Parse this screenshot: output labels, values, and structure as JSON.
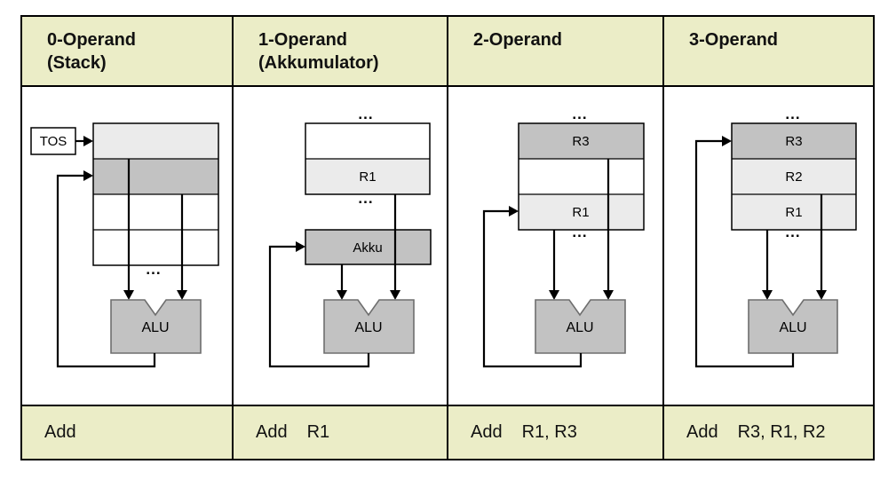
{
  "columns": [
    {
      "header_line1": "0-Operand",
      "header_line2": "(Stack)",
      "instruction_mnemonic": "Add",
      "instruction_operands": ""
    },
    {
      "header_line1": "1-Operand",
      "header_line2": "(Akkumulator)",
      "instruction_mnemonic": "Add",
      "instruction_operands": "R1"
    },
    {
      "header_line1": "2-Operand",
      "header_line2": "",
      "instruction_mnemonic": "Add",
      "instruction_operands": "R1, R3"
    },
    {
      "header_line1": "3-Operand",
      "header_line2": "",
      "instruction_mnemonic": "Add",
      "instruction_operands": "R3, R1, R2"
    }
  ],
  "labels": {
    "tos": "TOS",
    "akku": "Akku",
    "alu": "ALU",
    "r1": "R1",
    "r2": "R2",
    "r3": "R3",
    "dots": "..."
  },
  "colors": {
    "band_bg": "#ebedc7",
    "light_cell": "#ebebeb",
    "dark_cell": "#c2c2c2",
    "alu_fill": "#c2c2c2",
    "alu_stroke": "#6e6e6e",
    "line": "#000000",
    "border": "#000000",
    "page_bg": "#ffffff"
  }
}
